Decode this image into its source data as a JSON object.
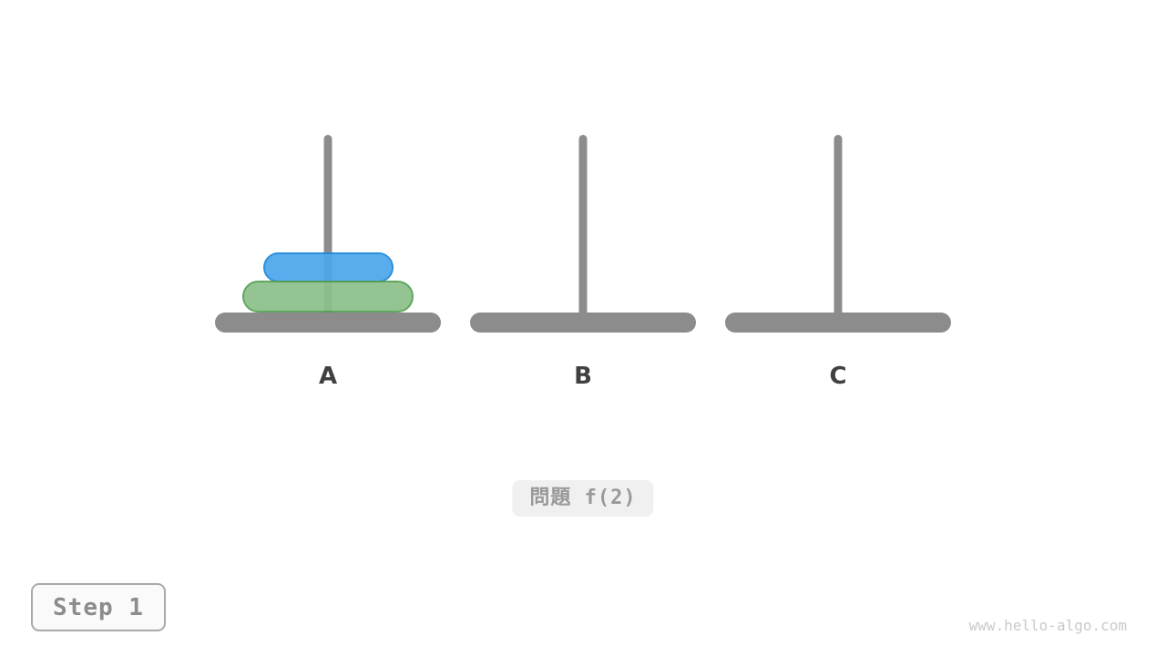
{
  "diagram": {
    "type": "tower-of-hanoi",
    "step_label": "Step 1",
    "problem_label": "問題 f(2)",
    "watermark": "www.hello-algo.com",
    "pegs": [
      {
        "id": "A",
        "label": "A",
        "stack_bottom_to_top": [
          2,
          1
        ]
      },
      {
        "id": "B",
        "label": "B",
        "stack_bottom_to_top": []
      },
      {
        "id": "C",
        "label": "C",
        "stack_bottom_to_top": []
      }
    ],
    "disk_styles": {
      "1": {
        "width": 143,
        "height": 33,
        "fill": "#4DA7EC",
        "border": "#1E88D8"
      },
      "2": {
        "width": 188,
        "height": 35,
        "fill": "#8CC08A",
        "border": "#54A052"
      }
    },
    "colors": {
      "peg_and_base": "#8C8C8C",
      "peg_label_text": "#404040",
      "problem_badge_bg": "#F0F0F0",
      "problem_badge_text": "#999999",
      "step_badge_bg": "#FAFAFA",
      "step_badge_border": "#A9A9A9",
      "step_badge_text": "#8C8C8C",
      "watermark_text": "#C9C9C9",
      "background": "#FFFFFF"
    }
  }
}
